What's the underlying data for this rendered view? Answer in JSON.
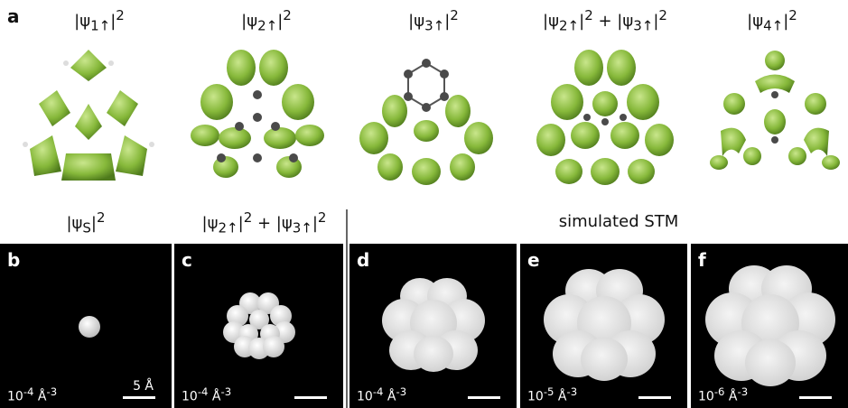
{
  "row_a": {
    "letter": "a",
    "titles": [
      "|ψ1↑|2",
      "|ψ2↑|2",
      "|ψ3↑|2",
      "|ψ2↑|2 + |ψ3↑|2",
      "|ψ4↑|2"
    ]
  },
  "row_b": {
    "titles": {
      "b": "|ψS|2",
      "c": "|ψ2↑|2 + |ψ3↑|2",
      "sim": "simulated STM"
    },
    "panels": [
      {
        "letter": "b",
        "density": "10-4 Å-3",
        "scale": "5 Å"
      },
      {
        "letter": "c",
        "density": "10-4 Å-3"
      },
      {
        "letter": "d",
        "density": "10-4 Å-3"
      },
      {
        "letter": "e",
        "density": "10-5 Å-3"
      },
      {
        "letter": "f",
        "density": "10-6 Å-3"
      }
    ]
  },
  "colors": {
    "lobe": "#86b83a",
    "lobe_dark": "#4e7a1c",
    "carbon": "#4a4a4a",
    "stm": "#e6e6e6"
  }
}
